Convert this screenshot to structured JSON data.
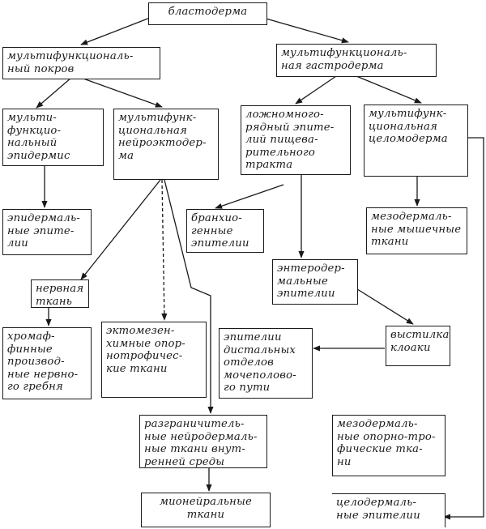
{
  "diagram": {
    "nodes": {
      "blastoderm": "бластодерма",
      "multi_cover": "мультифункциональ-\nный покров",
      "multi_gastro": "мультифункциональ-\nная гастродерма",
      "multi_epidermis": "мульти-\nфункцио-\nнальный\nэпидермис",
      "multi_neuroecto": "мультифунк-\nциональная\nнейроэктодер-\nма",
      "pseudostrat": "ложномного-\nрядный эпите-\nлий пищева-\nрительного\nтракта",
      "multi_celomo": "мультифунк-\nциональная\nцеломодерма",
      "epidermal_epi": "эпидермаль-\nные эпите-\nлии",
      "branchio": "бранхио-\nгенные\nэпителии",
      "mesoderm_muscle": "мезодермаль-\nные мышечные\nткани",
      "nerve_tissue": "нервная\nткань",
      "entero": "энтеродер-\nмальные\nэпителии",
      "chromaffin": "хромаф-\nфинные\nпроизвод-\nные нервно-\nго гребня",
      "ectomesench": "эктомезен-\nхимные опор-\nнотрофичес-\nкие ткани",
      "distal_epi": "эпителии\nдистальных\nотделов\nмочеполово-\nго пути",
      "cloaca": "выстилка\nклоаки",
      "delimiting": "разграничитель-\nные нейродермаль-\nные ткани внут-\nренней среды",
      "mesoderm_support": "мезодермаль-\nные опорно-тро-\nфические тка-\nни",
      "myoneural": "мионейральные\nткани",
      "celodermal": "целодермаль-\nные эпителии"
    }
  }
}
